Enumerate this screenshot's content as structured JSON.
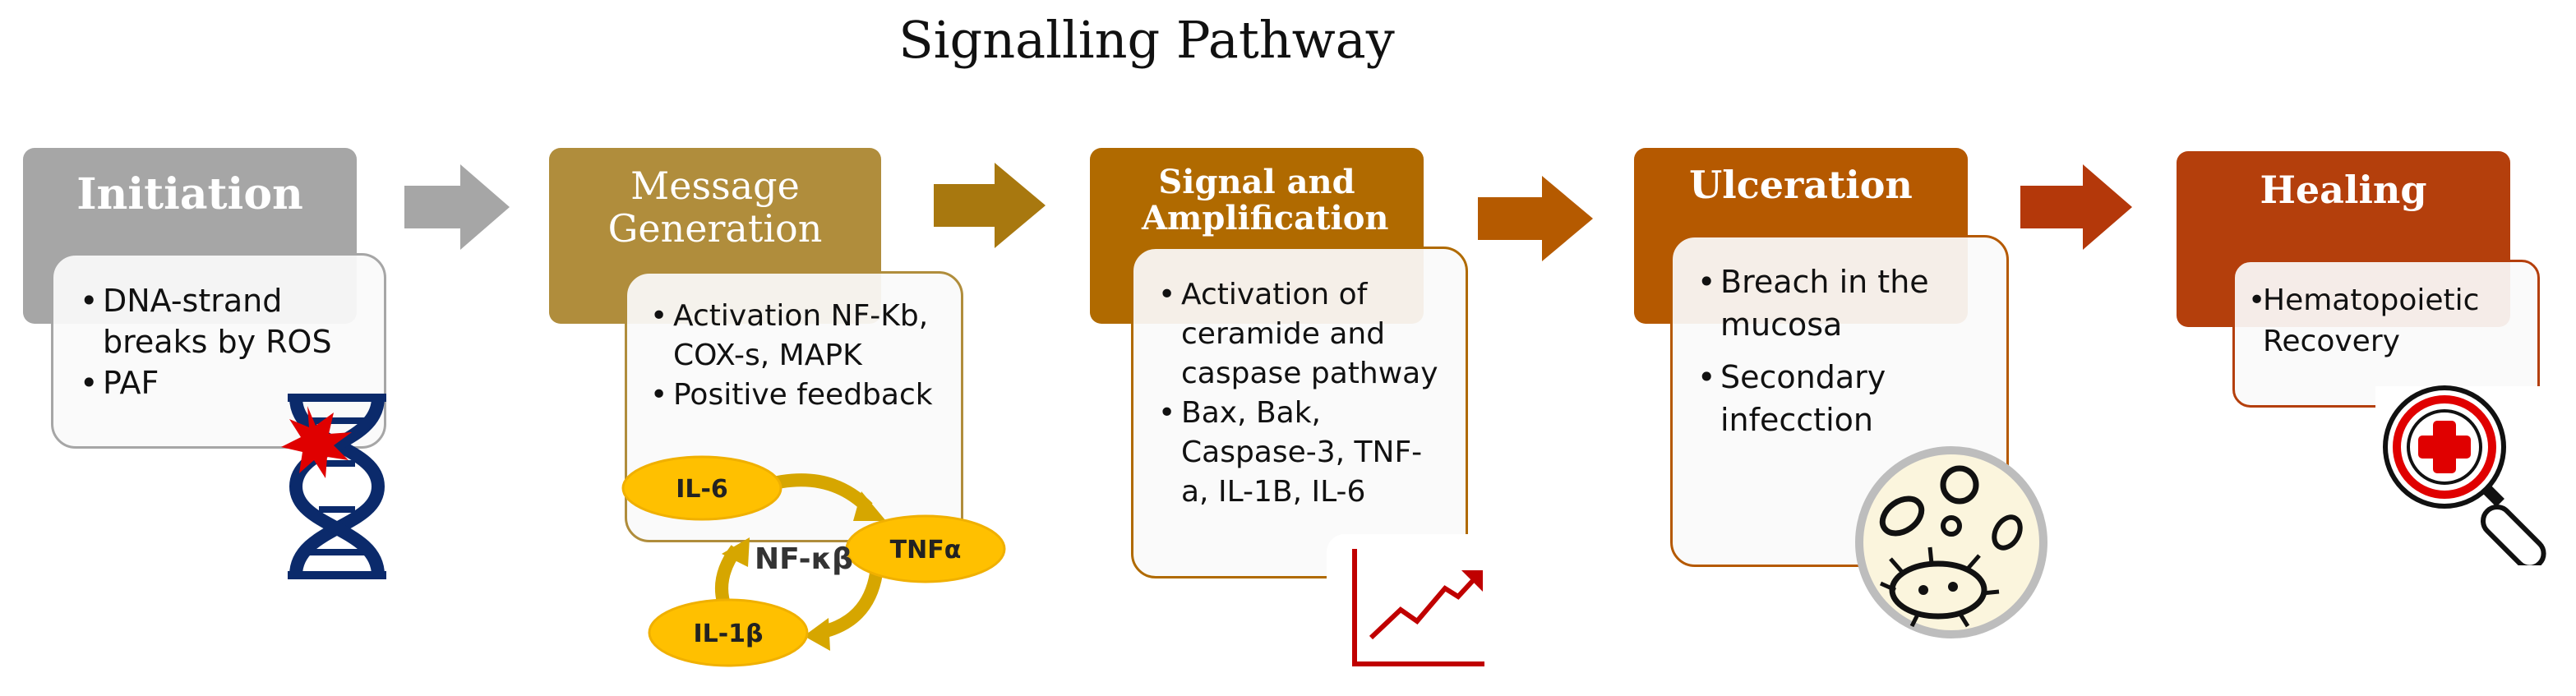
{
  "title": "Signalling Pathway",
  "colors": {
    "initiation": "#a6a6a6",
    "message": "#b08d3c",
    "signal": "#b06a00",
    "ulceration": "#b55900",
    "healing": "#b43f0c",
    "cycle_node": "#ffc000",
    "red": "#e00000",
    "dna": "#0b2a6b"
  },
  "stages": [
    {
      "title": "Initiation",
      "items": [
        "DNA-strand breaks by ROS",
        "PAF"
      ]
    },
    {
      "title": "Message Generation",
      "items": [
        "Activation NF-Kb, COX-s, MAPK",
        "Positive feedback"
      ]
    },
    {
      "title": "Signal and Amplification",
      "items": [
        "Activation of ceramide and caspase pathway",
        "Bax, Bak, Caspase-3, TNF-a, IL-1B, IL-6"
      ]
    },
    {
      "title": "Ulceration",
      "items": [
        "Breach in the mucosa",
        "Secondary infecction"
      ]
    },
    {
      "title": "Healing",
      "items": [
        "Hematopoietic Recovery"
      ]
    }
  ],
  "cycle": {
    "center": "NF-κβ",
    "nodes": [
      "IL-6",
      "TNFα",
      "IL-1β"
    ]
  },
  "icons": [
    "dna-damage-icon",
    "growth-chart-icon",
    "microbe-icon",
    "medical-search-icon"
  ]
}
